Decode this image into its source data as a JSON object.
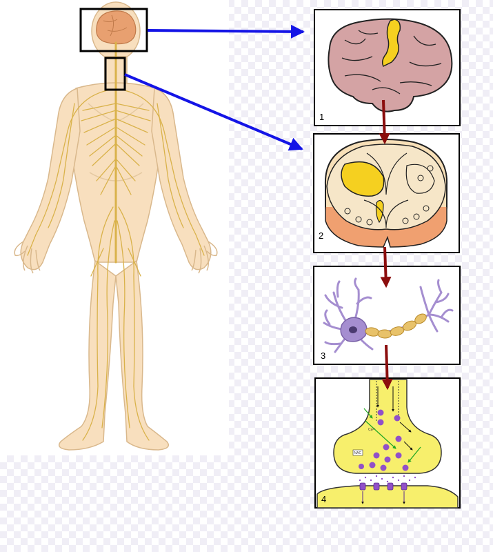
{
  "colors": {
    "body_fill": "#f8dfbe",
    "body_stroke": "#d9b88c",
    "nerve": "#d9b24a",
    "brain_fill": "#d4a3a4",
    "highlight": "#f5d020",
    "pointer_arrow": "#1414e6",
    "flow_arrow": "#8b0d0d",
    "cord_fill": "#f8e0b8",
    "neuron": "#a58ed0",
    "myelin": "#e8c26a",
    "synapse_fill": "#f7ef6c",
    "vesicle": "#9150c8"
  },
  "icons": [
    "brain-icon",
    "spinal-cord-section-icon",
    "neuron-icon",
    "synapse-icon"
  ],
  "panels": [
    {
      "number": "1"
    },
    {
      "number": "2"
    },
    {
      "number": "3"
    },
    {
      "number": "4"
    }
  ],
  "synapse_labels": {
    "calcium": "Ca²⁺",
    "channel": "NAC"
  }
}
